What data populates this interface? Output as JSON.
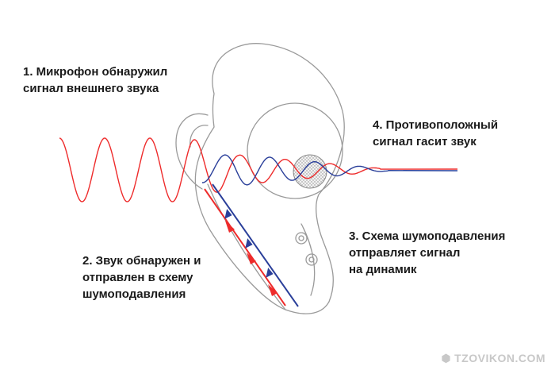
{
  "labels": {
    "step1": {
      "line1": "1. Микрофон обнаружил",
      "line2": "сигнал внешнего звука"
    },
    "step2": {
      "line1": "2. Звук обнаружен и",
      "line2": "отправлен в схему",
      "line3": "шумоподавления"
    },
    "step3": {
      "line1": "3. Схема шумоподавления",
      "line2": "отправляет сигнал",
      "line3": "на динамик"
    },
    "step4": {
      "line1": "4. Противоположный",
      "line2": "сигнал гасит звук"
    }
  },
  "watermark": {
    "text": "TZOVIKON.COM",
    "icon": "shield-icon"
  },
  "colors": {
    "external_signal": "#ee2b2b",
    "inverse_signal": "#2a3f9a",
    "outline": "#9a9a9a",
    "label_text": "#1a1a1a",
    "watermark": "#c8c8c8"
  },
  "icons": {
    "earbud": "earbud-outline-icon",
    "speaker": "speaker-mesh-icon",
    "arrow_down": "arrow-down-icon",
    "arrow_up": "arrow-up-icon"
  }
}
